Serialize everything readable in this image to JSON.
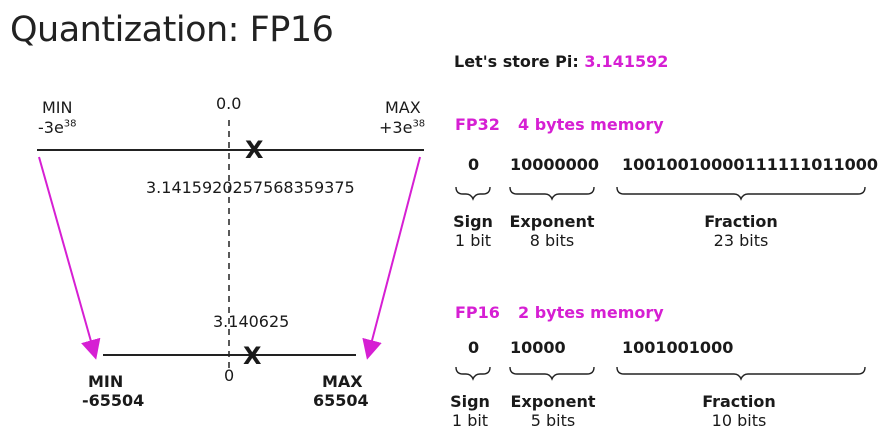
{
  "title": "Quantization: FP16",
  "store": {
    "prefix": "Let's store Pi: ",
    "value": "3.141592"
  },
  "fp32_range": {
    "min_label": "MIN",
    "min_value": "-3e",
    "min_exp": "38",
    "zero_label": "0.0",
    "max_label": "MAX",
    "max_value": "+3e",
    "max_exp": "38",
    "pi_value": "3.1415920257568359375",
    "marker": "X"
  },
  "fp16_range": {
    "pi_value": "3.140625",
    "zero_label": "0",
    "min_label": "MIN",
    "min_value": "-65504",
    "max_label": "MAX",
    "max_value": "65504",
    "marker": "X"
  },
  "fp32": {
    "name": "FP32",
    "memory": "4 bytes memory",
    "sign_bits": "0",
    "exponent_bits": "10000000",
    "fraction_bits": "10010010000111111011000",
    "sign_label": "Sign",
    "sign_size": "1 bit",
    "exponent_label": "Exponent",
    "exponent_size": "8 bits",
    "fraction_label": "Fraction",
    "fraction_size": "23 bits"
  },
  "fp16": {
    "name": "FP16",
    "memory": "2 bytes memory",
    "sign_bits": "0",
    "exponent_bits": "10000",
    "fraction_bits": "1001001000",
    "sign_label": "Sign",
    "sign_size": "1 bit",
    "exponent_label": "Exponent",
    "exponent_size": "5 bits",
    "fraction_label": "Fraction",
    "fraction_size": "10 bits"
  },
  "colors": {
    "accent": "#d61fd3",
    "text": "#1a1a1a"
  }
}
